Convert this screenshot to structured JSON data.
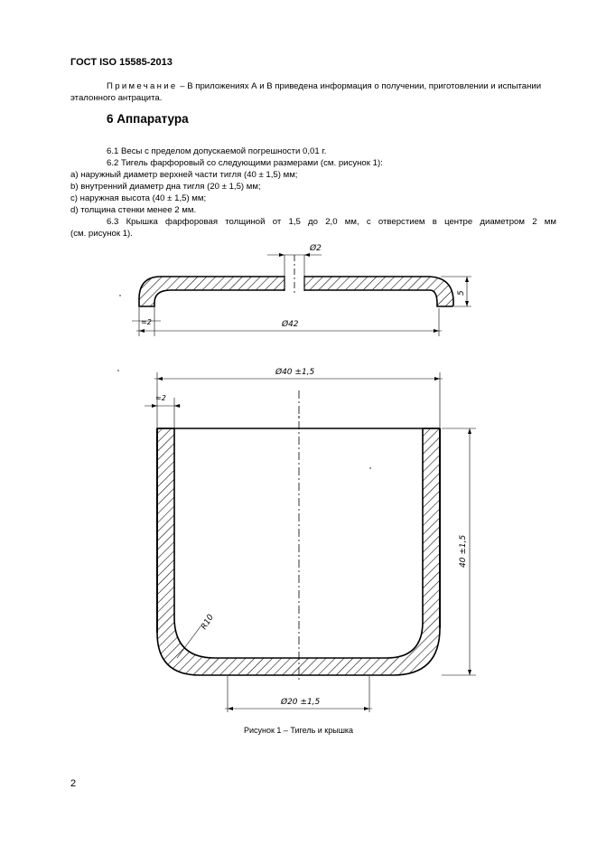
{
  "header": {
    "doc_id": "ГОСТ ISO 15585-2013"
  },
  "note": {
    "label": "Примечание",
    "text": " – В приложениях А и В приведена информация о получении, приготовлении и испытании эталонного антрацита."
  },
  "section": {
    "title": "6 Аппаратура"
  },
  "items": [
    "6.1 Весы с пределом допускаемой погрешности 0,01 г.",
    "6.2 Тигель фарфоровый со следующими размерами (см. рисунок 1):",
    "a) наружный диаметр верхней части тигля (40 ± 1,5) мм;",
    "b) внутренний диаметр дна тигля (20 ± 1,5) мм;",
    "c) наружная высота (40 ± 1,5) мм;",
    "d) толщина стенки менее 2 мм."
  ],
  "item_63": {
    "words": [
      "6.3",
      "Крышка",
      "фарфоровая",
      "толщиной",
      "от",
      "1,5",
      "до",
      "2,0",
      "мм,",
      "с",
      "отверстием",
      "в",
      "центре",
      "диаметром",
      "2",
      "мм"
    ],
    "line2": "(см. рисунок 1)."
  },
  "figure": {
    "lid": {
      "hole_dim": "Ø2",
      "height_dim": "5",
      "wall_dim": "≈2",
      "diameter_dim": "Ø42"
    },
    "crucible": {
      "top_dim": "Ø40 ±1,5",
      "wall_dim": "≈2",
      "height_dim": "40 ±1,5",
      "radius_dim": "R10",
      "bottom_dim": "Ø20 ±1,5"
    },
    "caption": "Рисунок 1 – Тигель и крышка"
  },
  "footer": {
    "page_number": "2"
  }
}
